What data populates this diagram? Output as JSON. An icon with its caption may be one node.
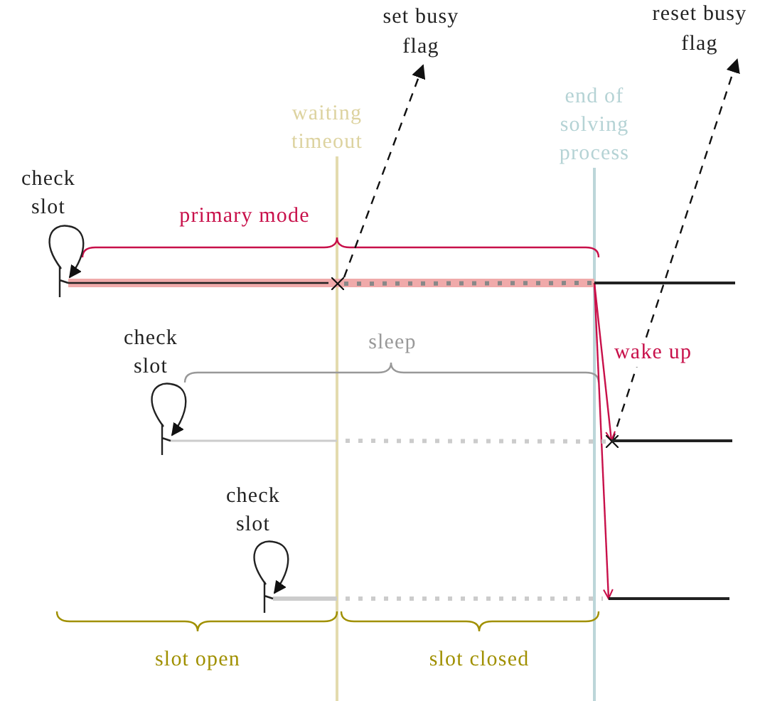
{
  "diagram": {
    "nodes": [
      {
        "text": [
          "set busy flag"
        ]
      },
      {
        "text": [
          "reset busy flag"
        ]
      },
      {
        "text": [],
        "shape": "cross"
      },
      {
        "text": [],
        "shape": "cross"
      },
      {
        "text": [],
        "shape": "line"
      },
      {
        "text": [],
        "shape": "line"
      },
      {
        "text": [],
        "shape": "line"
      }
    ],
    "edges": [
      {
        "from": 2,
        "to": 0,
        "arrow": "to",
        "style": "dashed"
      },
      {
        "from": 3,
        "to": 1,
        "arrow": "to",
        "style": "dashed"
      },
      {
        "from": 4,
        "to": 5,
        "arrow": "to",
        "label": "wake up",
        "color": "#c8104a"
      },
      {
        "from": 4,
        "to": 6,
        "arrow": "to",
        "color": "#c8104a"
      },
      {
        "from": 2,
        "to": 4,
        "arrow": "none",
        "style": "dashed",
        "color": "#888888"
      },
      {
        "from": null,
        "to": 3,
        "arrow": "none",
        "style": "dashed",
        "color": "#cccccc"
      }
    ],
    "labels": [
      "waiting timeout",
      "end of solving process",
      "check slot",
      "primary mode",
      "check slot",
      "sleep",
      "check slot",
      "slot open",
      "slot closed"
    ]
  }
}
